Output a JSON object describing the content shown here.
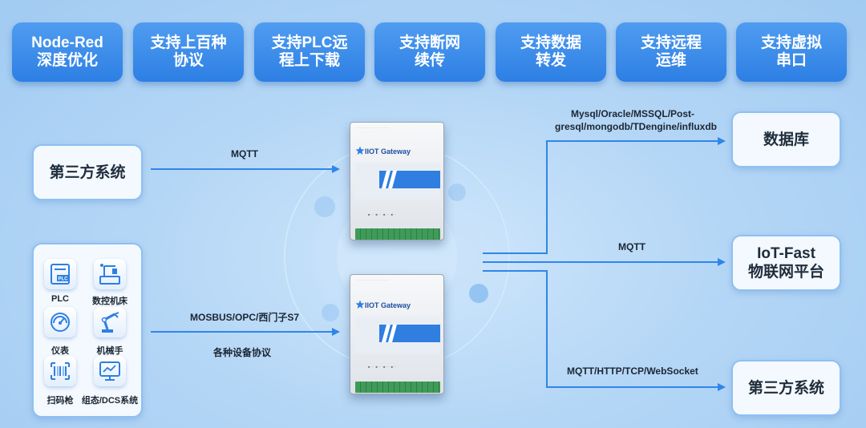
{
  "features": [
    {
      "line1": "Node-Red",
      "line2": "深度优化"
    },
    {
      "line1": "支持上百种",
      "line2": "协议"
    },
    {
      "line1": "支持PLC远",
      "line2": "程上下载"
    },
    {
      "line1": "支持断网",
      "line2": "续传"
    },
    {
      "line1": "支持数据",
      "line2": "转发"
    },
    {
      "line1": "支持远程",
      "line2": "运维"
    },
    {
      "line1": "支持虚拟",
      "line2": "串口"
    }
  ],
  "left": {
    "third_party": "第三方系统",
    "devices": [
      {
        "label": "PLC",
        "icon": "plc-icon"
      },
      {
        "label": "数控机床",
        "icon": "cnc-machine-icon"
      },
      {
        "label": "仪表",
        "icon": "meter-gauge-icon"
      },
      {
        "label": "机械手",
        "icon": "robot-arm-icon"
      },
      {
        "label": "扫码枪",
        "icon": "barcode-scanner-icon"
      },
      {
        "label": "组态/DCS系统",
        "icon": "monitor-dcs-icon"
      }
    ]
  },
  "right": {
    "database": "数据库",
    "platform_line1": "IoT-Fast",
    "platform_line2": "物联网平台",
    "third_party": "第三方系统"
  },
  "labels": {
    "mqtt_left": "MQTT",
    "modbus": "MOSBUS/OPC/西门子S7",
    "protocols": "各种设备协议",
    "db_list_line1": "Mysql/Oracle/MSSQL/Post-",
    "db_list_line2": "gresql/mongodb/TDengine/influxdb",
    "mqtt_right": "MQTT",
    "web_protocols": "MQTT/HTTP/TCP/WebSocket"
  },
  "gateway": {
    "brand": "IIOT Gateway"
  },
  "colors": {
    "accent": "#2d7fe4",
    "arrow": "#2f86ea",
    "background": "#b5d7f6"
  }
}
